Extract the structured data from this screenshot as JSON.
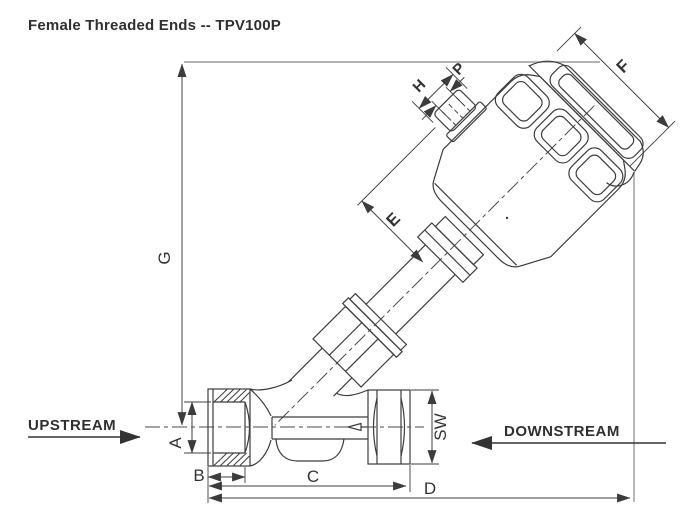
{
  "title": "Female Threaded Ends -- TPV100P",
  "subject": "angle seat piston valve, side elevation with dimension callouts",
  "flow_labels": {
    "upstream": "UPSTREAM",
    "downstream": "DOWNSTREAM"
  },
  "dimension_labels": {
    "a": "A",
    "b": "B",
    "c": "C",
    "d": "D",
    "e": "E",
    "f": "F",
    "g": "G",
    "h": "H",
    "p": "P",
    "sw": "SW"
  },
  "colors": {
    "background": "#ffffff",
    "line": "#3c3c3c",
    "dimension": "#3c3c3c",
    "reference": "#9a9a9a",
    "centerline": "#4a4a4a",
    "text": "#2f2f2f"
  }
}
